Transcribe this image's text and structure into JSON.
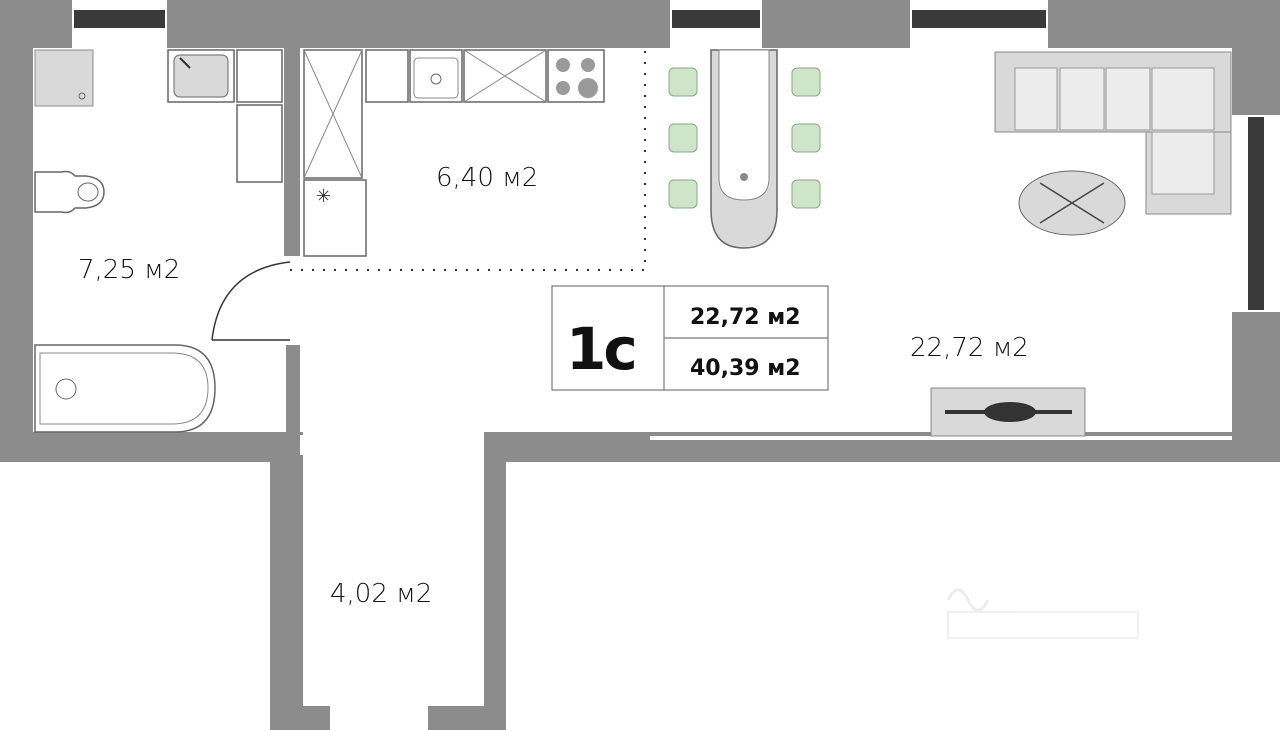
{
  "plan": {
    "rooms": {
      "bathroom": "7,25 м2",
      "kitchen": "6,40 м2",
      "living": "22,72 м2",
      "hall": "4,02 м2"
    },
    "info_box": {
      "type": "1с",
      "living_area": "22,72 м2",
      "total_area": "40,39 м2"
    },
    "colors": {
      "wall": "#8c8c8c",
      "window": "#3a3a3a",
      "furniture": "#d9d9d9",
      "chair": "#cfe5c9"
    }
  }
}
